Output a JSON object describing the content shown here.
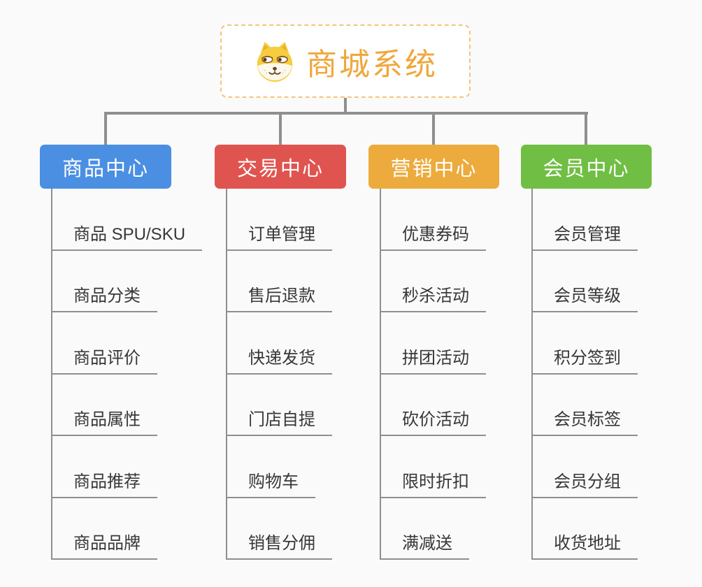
{
  "diagram": {
    "type": "mindmap-org-chart",
    "background_color": "#fafafa",
    "connector_color": "#8f8f8f",
    "root": {
      "label": "商城系统",
      "icon": "doge-face-icon",
      "text_color": "#f0a73c",
      "border_color": "#f3c579",
      "background": "#ffffff"
    },
    "branches": [
      {
        "label": "商品中心",
        "color": "#4a8fe2",
        "children": [
          "商品 SPU/SKU",
          "商品分类",
          "商品评价",
          "商品属性",
          "商品推荐",
          "商品品牌"
        ]
      },
      {
        "label": "交易中心",
        "color": "#e05450",
        "children": [
          "订单管理",
          "售后退款",
          "快递发货",
          "门店自提",
          "购物车",
          "销售分佣"
        ]
      },
      {
        "label": "营销中心",
        "color": "#ecab3c",
        "children": [
          "优惠券码",
          "秒杀活动",
          "拼团活动",
          "砍价活动",
          "限时折扣",
          "满减送"
        ]
      },
      {
        "label": "会员中心",
        "color": "#70be43",
        "children": [
          "会员管理",
          "会员等级",
          "积分签到",
          "会员标签",
          "会员分组",
          "收货地址"
        ]
      }
    ]
  }
}
